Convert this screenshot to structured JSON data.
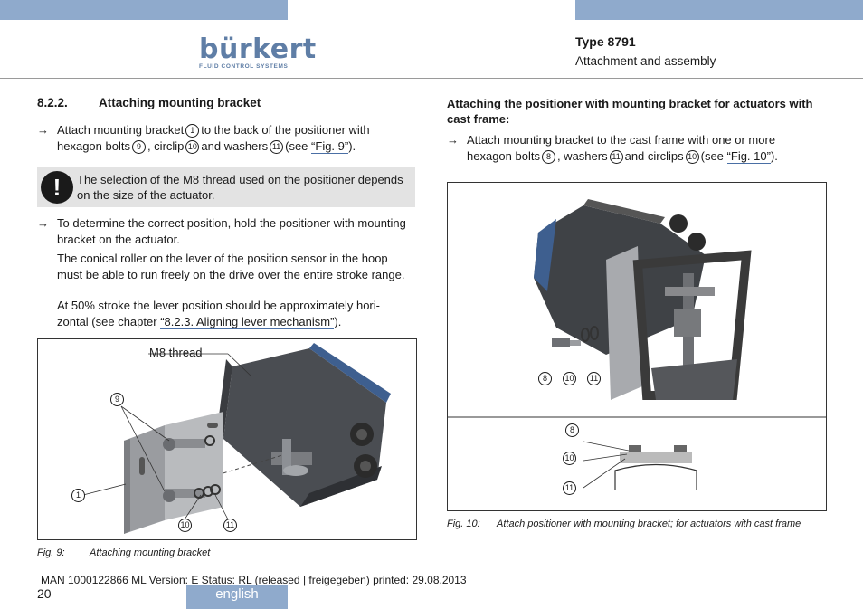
{
  "header": {
    "logo_text": "bürkert",
    "logo_tagline": "FLUID CONTROL SYSTEMS",
    "doc_type": "Type 8791",
    "doc_subtitle": "Attachment and assembly"
  },
  "section": {
    "number": "8.2.2.",
    "title": "Attaching mounting bracket"
  },
  "left": {
    "step1_a": "Attach mounting bracket",
    "step1_b": "to the back of the positioner with",
    "step1_c": "hexagon bolts",
    "step1_d": ", circlip",
    "step1_e": "and washers",
    "step1_f": "(see",
    "step1_link": "“Fig. 9”",
    "step1_g": ").",
    "note": "The selection of the M8 thread used on the positioner depends on the size of the actuator.",
    "step2": "To determine the correct position, hold the positioner with mounting bracket on the actuator.",
    "para1": "The conical roller on the lever of the position sensor in the hoop must be able to run freely on the drive over the entire stroke range.",
    "para2_a": "At 50% stroke the lever position should be approximately hori-",
    "para2_b": "zontal (see chapter",
    "para2_link": "“8.2.3. Aligning lever mechanism”",
    "para2_c": ")."
  },
  "figure9": {
    "label_m8": "M8 thread",
    "caption_label": "Fig. 9:",
    "caption_text": "Attaching mounting bracket"
  },
  "right": {
    "heading": "Attaching the positioner with mounting bracket for actuators with cast frame:",
    "step_a": "Attach mounting bracket to the cast frame with one or more",
    "step_b": "hexagon bolts",
    "step_c": ", washers",
    "step_d": "and circlips",
    "step_e": "(see",
    "step_link": "“Fig. 10”",
    "step_f": ")."
  },
  "figure10": {
    "caption_label": "Fig. 10:",
    "caption_text": "Attach positioner with mounting bracket; for actuators with cast frame"
  },
  "markers": {
    "one": "①",
    "eight": "⑧",
    "nine": "⑨",
    "ten": "⑩",
    "eleven": "⑪",
    "arrow": "→",
    "exclamation": "!"
  },
  "footer": {
    "status_line": "MAN  1000122866  ML  Version: E Status: RL (released | freigegeben)  printed: 29.08.2013",
    "page_number": "20",
    "language": "english"
  },
  "colors": {
    "accent_blue": "#8faacc",
    "logo_blue": "#5f7ea6",
    "note_gray": "#e3e3e3"
  }
}
